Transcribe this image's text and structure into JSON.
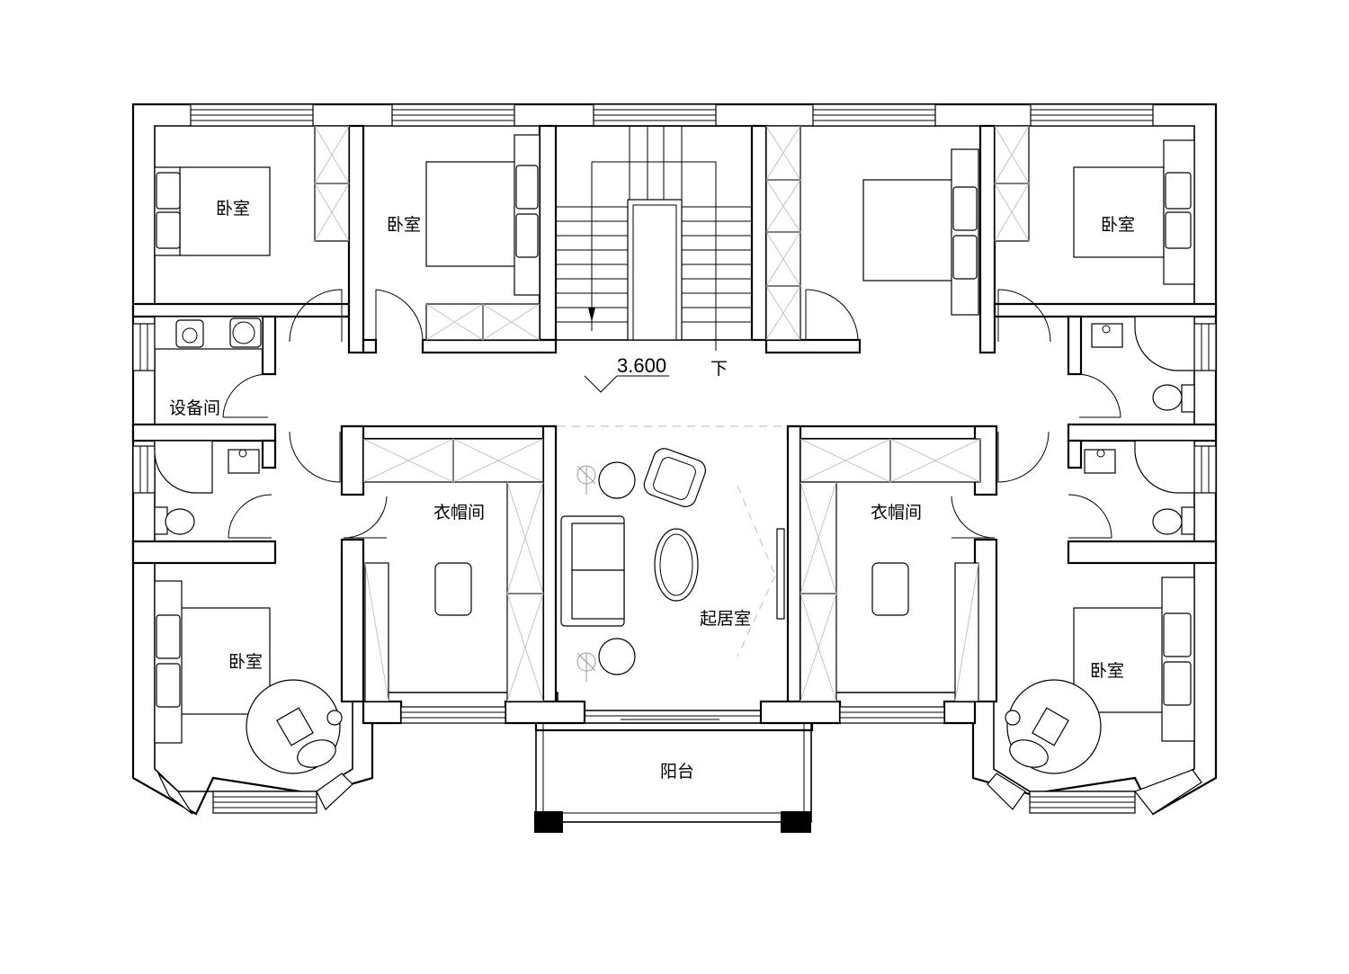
{
  "rooms": {
    "bedroom_label": "卧室",
    "equipment_label": "设备间",
    "closet_label": "衣帽间",
    "living_label": "起居室",
    "balcony_label": "阳台"
  },
  "stair": {
    "elevation": "3.600",
    "direction": "下"
  }
}
